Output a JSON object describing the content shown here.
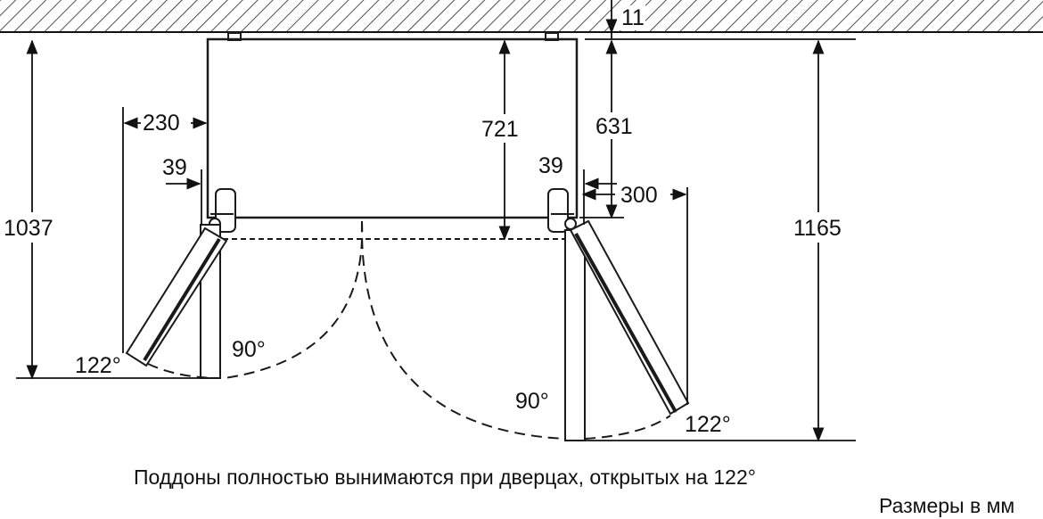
{
  "dimensions": {
    "wall_gap": "11",
    "left_door_offset": "230",
    "left_hinge": "39",
    "right_hinge": "39",
    "depth_body": "721",
    "depth_side": "631",
    "right_door_offset": "300",
    "left_total_depth": "1037",
    "right_total_depth": "1165",
    "left_angle_max": "122°",
    "left_angle_90": "90°",
    "right_angle_90": "90°",
    "right_angle_max": "122°"
  },
  "caption": {
    "note": "Поддоны полностью вынимаются при дверцах, открытых на 122°",
    "units": "Размеры в мм"
  },
  "colors": {
    "line": "#1a1a1a",
    "door_fill": "#ffffff"
  }
}
